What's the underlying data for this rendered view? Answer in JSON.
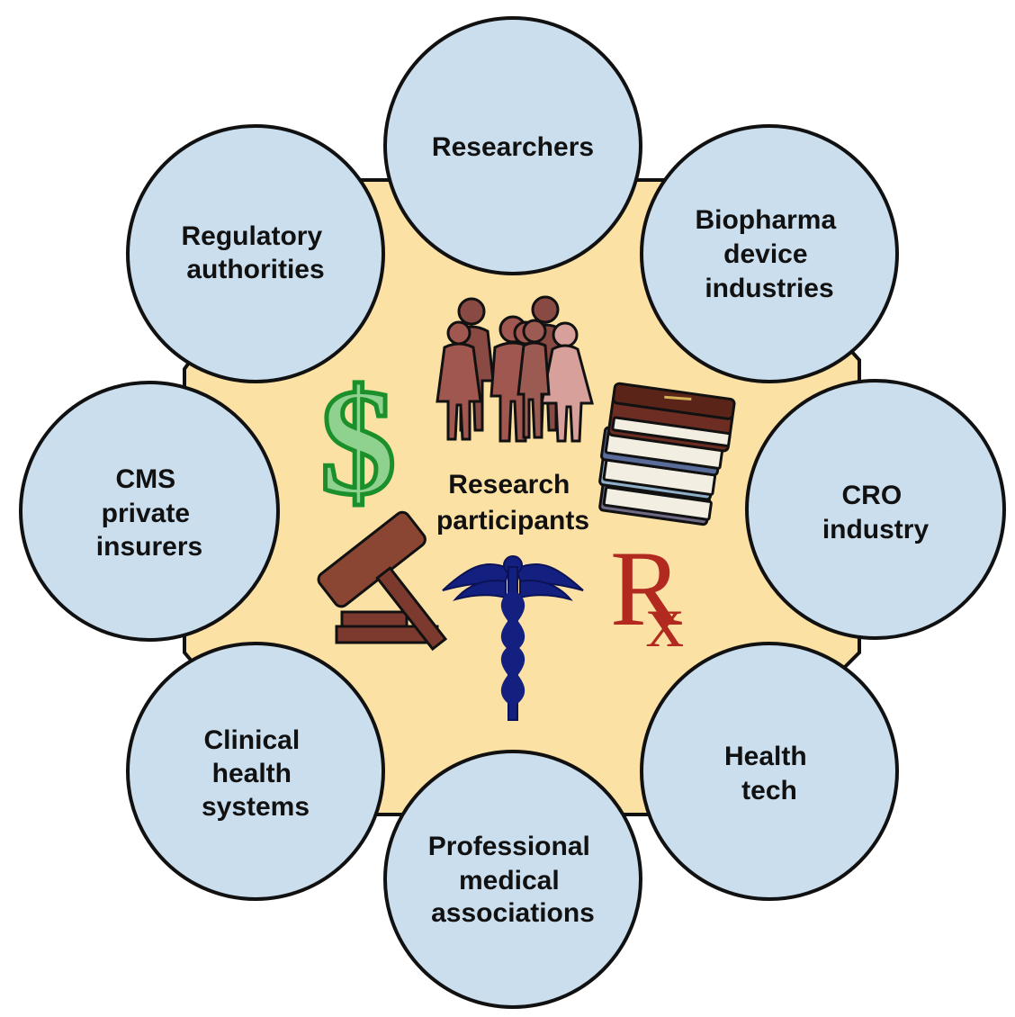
{
  "center": {
    "label_line1": "Research",
    "label_line2": "participants"
  },
  "colors": {
    "center_fill": "#fbe2a4",
    "node_fill": "#cadeee",
    "outline": "#111111",
    "dollar": "#1b8f2a",
    "people": "#a0574f",
    "caduceus": "#14207f",
    "rx": "#b22a1f",
    "gavel": "#7b3a2d"
  },
  "icons": [
    "people-group-icon",
    "dollar-icon",
    "books-icon",
    "gavel-icon",
    "caduceus-icon",
    "rx-icon"
  ],
  "icon_text": {
    "dollar": "$",
    "rx_main": "R",
    "rx_sub": "x"
  },
  "stakeholders": [
    {
      "id": "researchers",
      "lines": [
        "Researchers"
      ]
    },
    {
      "id": "biopharma",
      "lines": [
        "Biopharma",
        "device",
        "industries"
      ]
    },
    {
      "id": "cro",
      "lines": [
        "CRO",
        "industry"
      ]
    },
    {
      "id": "health-tech",
      "lines": [
        "Health",
        "tech"
      ]
    },
    {
      "id": "professional-medical-associations",
      "lines": [
        "Professional",
        "medical",
        "associations"
      ]
    },
    {
      "id": "clinical-health-systems",
      "lines": [
        "Clinical",
        "health",
        "systems"
      ]
    },
    {
      "id": "cms-private-insurers",
      "lines": [
        "CMS",
        "private",
        "insurers"
      ]
    },
    {
      "id": "regulatory-authorities",
      "lines": [
        "Regulatory",
        "authorities"
      ]
    }
  ]
}
